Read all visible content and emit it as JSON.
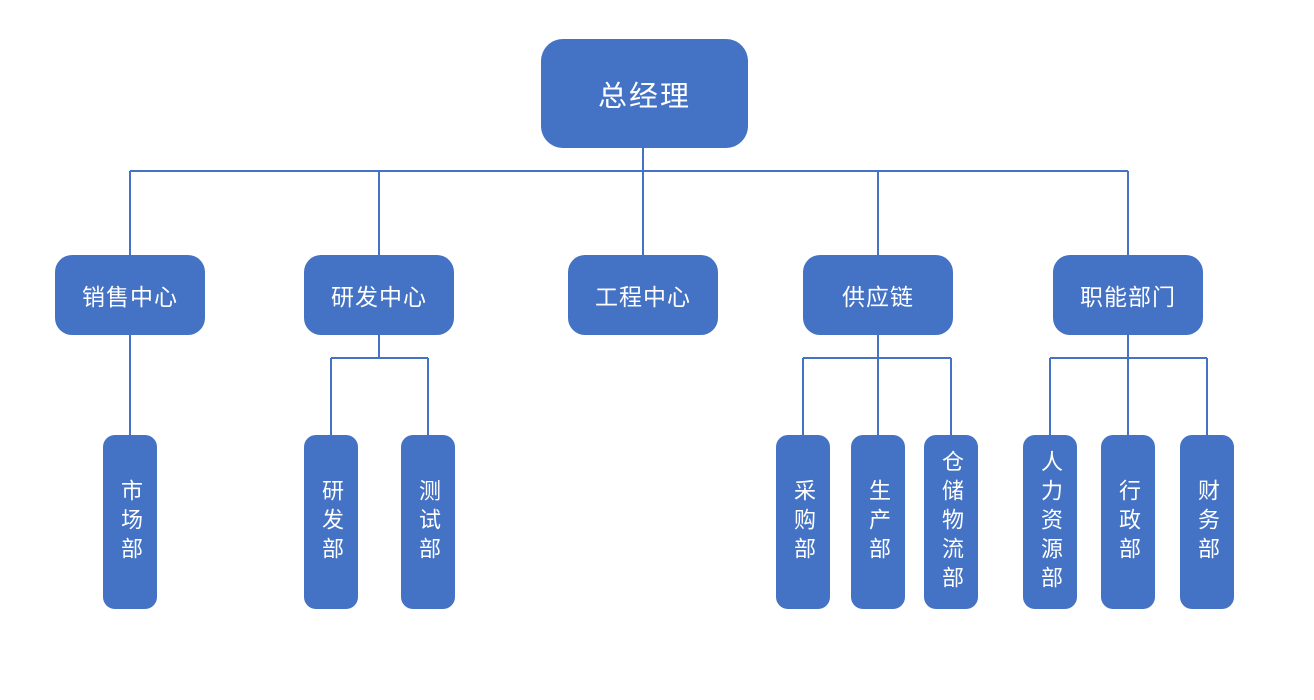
{
  "colors": {
    "node_fill": "#4472C4",
    "node_text": "#FFFFFF",
    "connector": "#4472C4",
    "background": "#FFFFFF"
  },
  "org_chart": {
    "type": "organization-chart",
    "root": {
      "label": "总经理"
    },
    "divisions": [
      {
        "label": "销售中心",
        "departments": [
          "市场部"
        ]
      },
      {
        "label": "研发中心",
        "departments": [
          "研发部",
          "测试部"
        ]
      },
      {
        "label": "工程中心",
        "departments": []
      },
      {
        "label": "供应链",
        "departments": [
          "采购部",
          "生产部",
          "仓储物流部"
        ]
      },
      {
        "label": "职能部门",
        "departments": [
          "人力资源部",
          "行政部",
          "财务部"
        ]
      }
    ]
  }
}
